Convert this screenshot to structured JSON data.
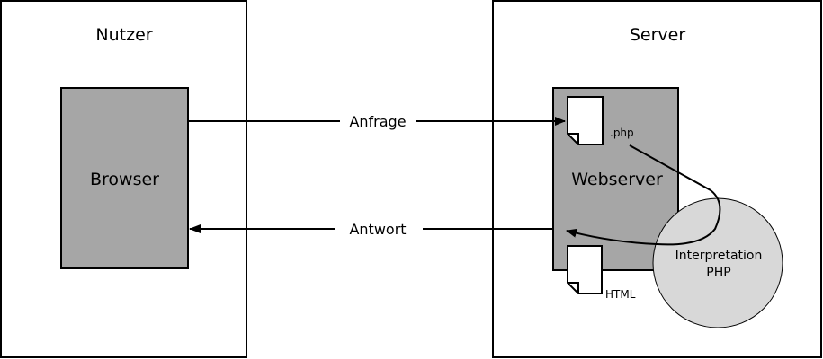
{
  "left_box": {
    "title": "Nutzer"
  },
  "right_box": {
    "title": "Server"
  },
  "browser": {
    "label": "Browser"
  },
  "webserver": {
    "label": "Webserver"
  },
  "files": {
    "php_label": ".php",
    "html_label": "HTML"
  },
  "arrows": {
    "request_label": "Anfrage",
    "response_label": "Antwort"
  },
  "interpreter": {
    "line1": "Interpretation",
    "line2": "PHP"
  },
  "colors": {
    "box_fill": "#a6a6a6",
    "circle_fill": "#d8d8d8",
    "stroke": "#000000",
    "background": "#ffffff"
  }
}
